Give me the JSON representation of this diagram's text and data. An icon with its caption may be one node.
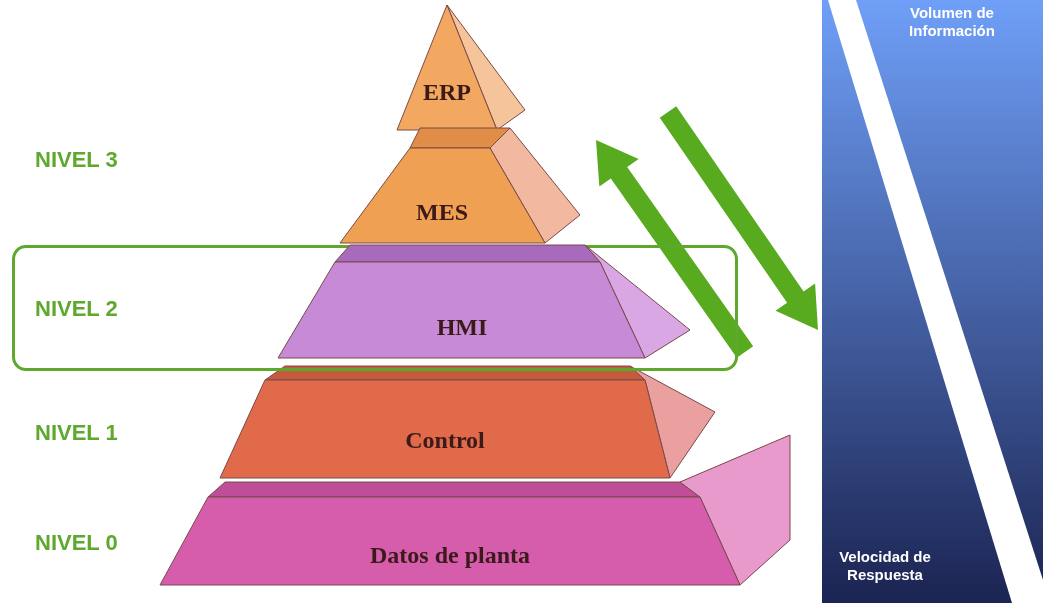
{
  "diagram": {
    "nodes": [
      {
        "text": [
          "ERP"
        ]
      },
      {
        "text": [
          "MES"
        ]
      },
      {
        "text": [
          "NIVEL 2"
        ]
      },
      {
        "text": [
          "HMI"
        ],
        "in": 2
      },
      {
        "text": [
          "Control"
        ]
      },
      {
        "text": [
          "Datos de planta"
        ]
      }
    ],
    "labels": [
      "Volumen de Información",
      "NIVEL 3",
      "NIVEL 1",
      "NIVEL 0",
      "Velocidad de Respuesta"
    ]
  }
}
